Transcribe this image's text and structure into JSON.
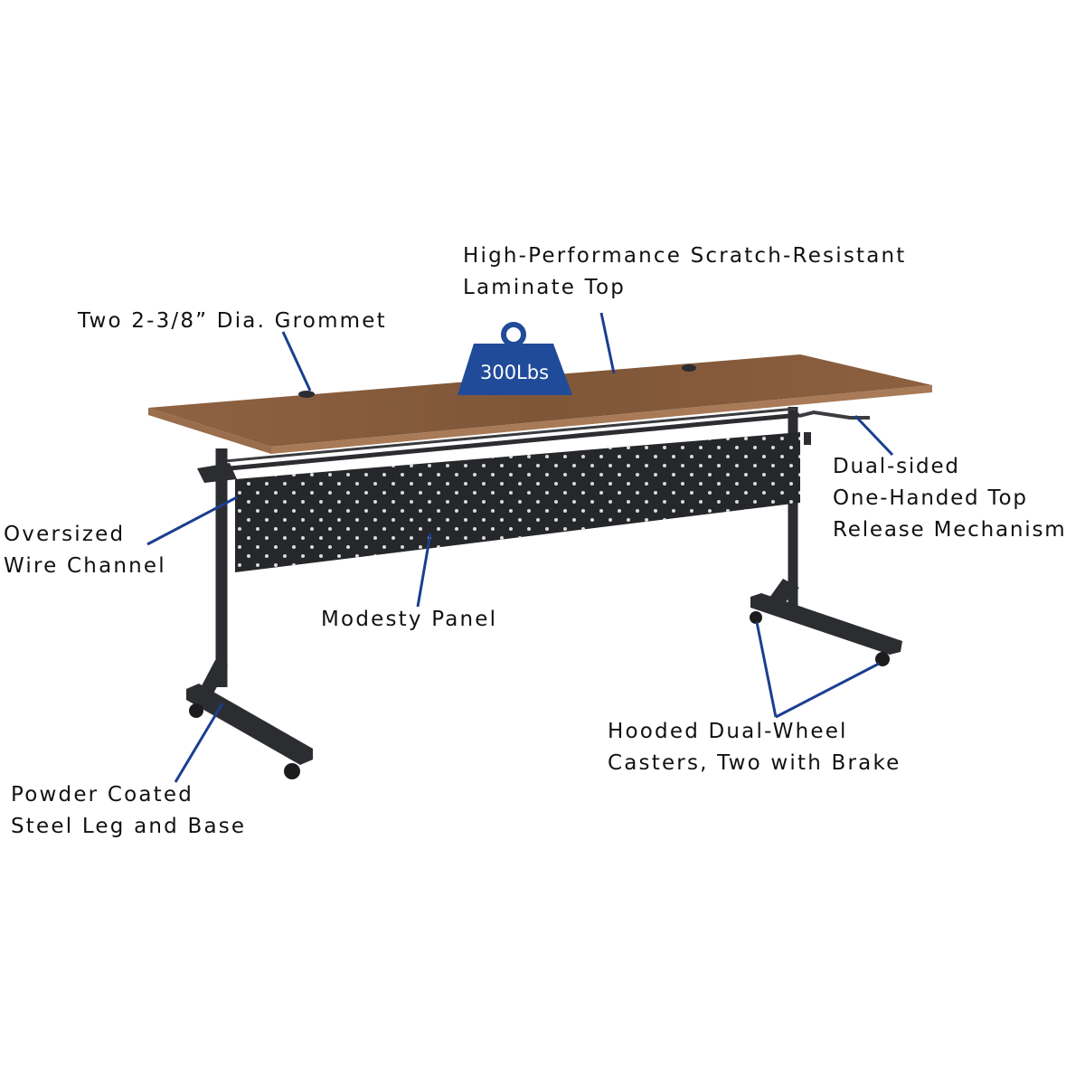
{
  "colors": {
    "background": "#ffffff",
    "laminate_top": "#8b5f3f",
    "laminate_edge": "#9a6d4c",
    "steel_frame": "#2c2d30",
    "leader_line": "#1a3f8f",
    "weight_badge": "#1f4b99",
    "label_text": "#111111"
  },
  "weight_badge": {
    "text": "300Lbs",
    "icon": "weight-icon"
  },
  "labels": {
    "laminate_top": {
      "lines": [
        "High-Performance Scratch-Resistant",
        "Laminate Top"
      ]
    },
    "grommet": {
      "lines": [
        "Two 2-3/8” Dia. Grommet"
      ]
    },
    "release_mechanism": {
      "lines": [
        "Dual-sided",
        "One-Handed Top",
        "Release Mechanism"
      ]
    },
    "wire_channel": {
      "lines": [
        "Oversized",
        "Wire Channel"
      ]
    },
    "modesty_panel": {
      "lines": [
        "Modesty Panel"
      ]
    },
    "casters": {
      "lines": [
        "Hooded Dual-Wheel",
        "Casters, Two with Brake"
      ]
    },
    "leg_base": {
      "lines": [
        "Powder Coated",
        "Steel Leg and Base"
      ]
    }
  }
}
